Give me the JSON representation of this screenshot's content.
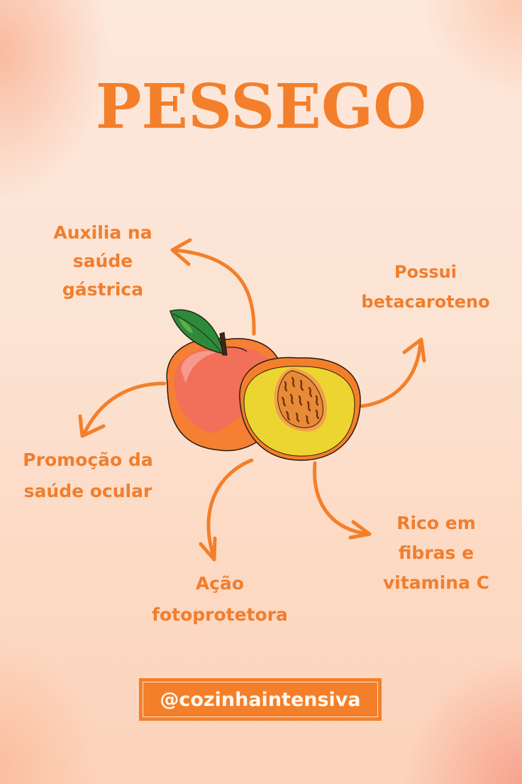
{
  "title": "PESSEGO",
  "benefits": {
    "gastrica": [
      "Auxilia na",
      "saúde",
      "gástrica"
    ],
    "betacaroteno": [
      "Possui",
      "betacaroteno"
    ],
    "ocular": [
      "Promoção da",
      "saúde ocular"
    ],
    "fotoprotetora": [
      "Ação",
      "fotoprotetora"
    ],
    "fibras": [
      "Rico em",
      "fibras e",
      "vitamina C"
    ]
  },
  "handle": "@cozinhaintensiva",
  "colors": {
    "accent": "#f47f2a",
    "background": "#fde5d6",
    "peach_skin": "#f26f5a",
    "peach_flesh": "#ecd530",
    "leaf": "#2f8a3c",
    "handle_text": "#fff7ee"
  },
  "icons": {
    "fruit": "peach-illustration",
    "arrows": "curved-arrow"
  }
}
